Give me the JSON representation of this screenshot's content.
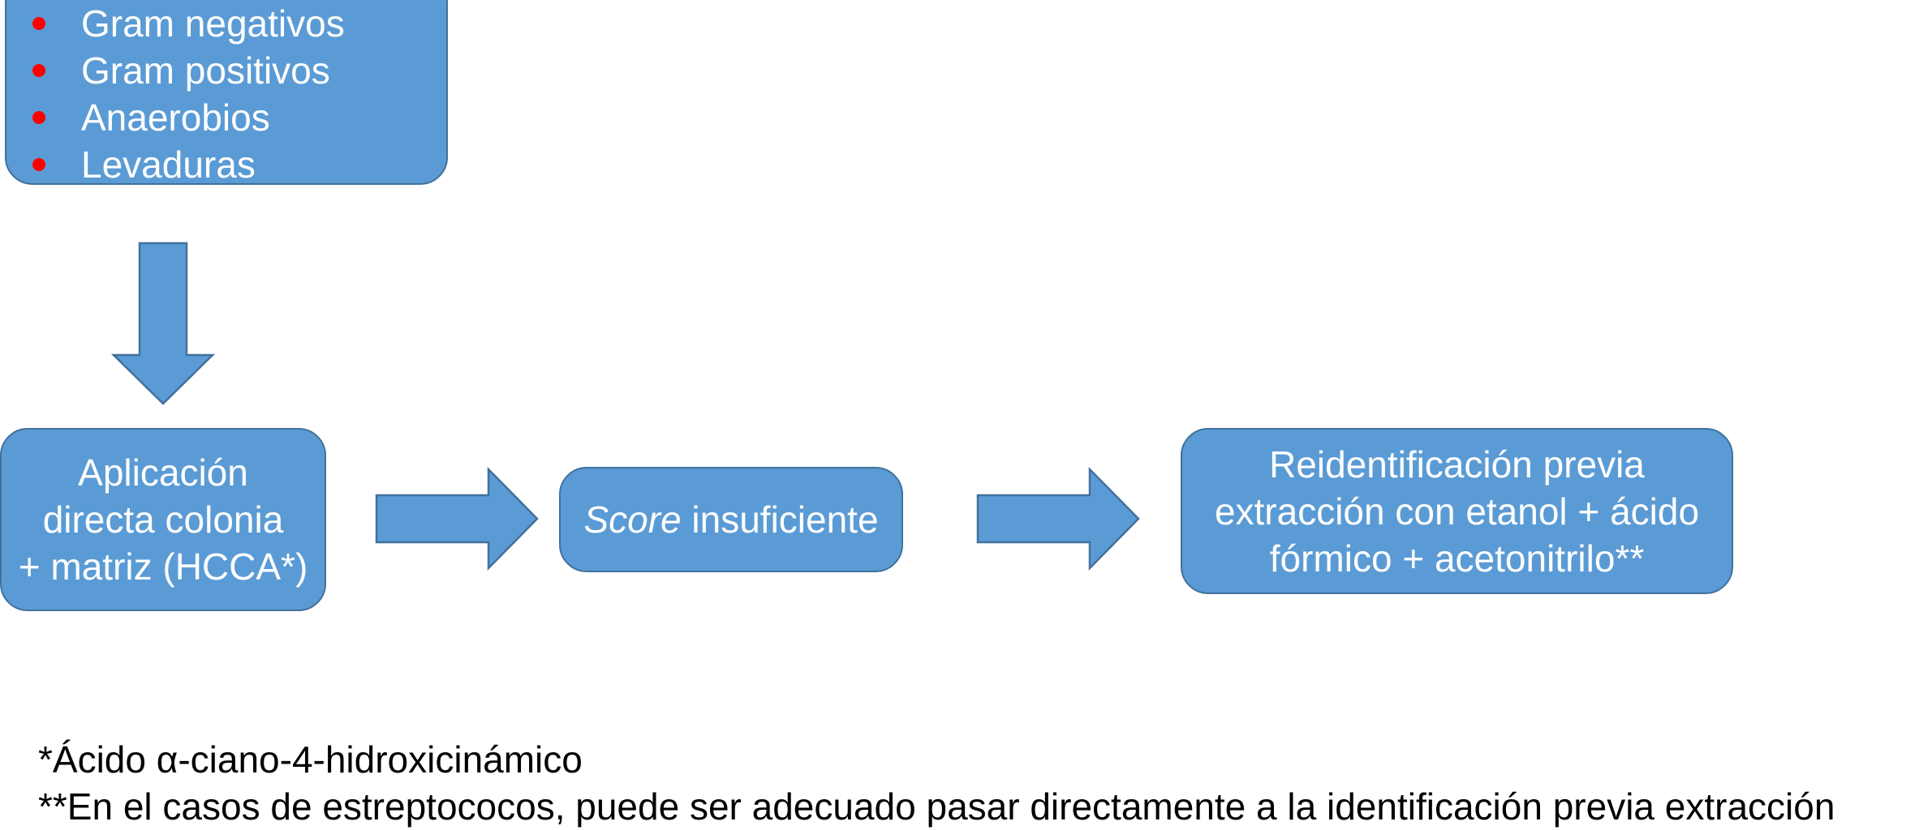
{
  "organisms_box": {
    "items": [
      "Gram negativos",
      "Gram positivos",
      "Anaerobios",
      "Levaduras"
    ]
  },
  "application_box": {
    "lines": [
      "Aplicación",
      "directa colonia",
      "+ matriz (HCCA*)"
    ]
  },
  "score_box": {
    "italic_part": "Score",
    "rest": " insuficiente"
  },
  "reidentification_box": {
    "lines": [
      "Reidentificación previa",
      "extracción con etanol + ácido",
      "fórmico + acetonitrilo**"
    ]
  },
  "footnotes": {
    "note1": "*Ácido α-ciano-4-hidroxicinámico",
    "note2": "**En el casos de estreptococos, puede ser adecuado pasar directamente a la identificación previa extracción"
  },
  "colors": {
    "box_fill": "#5b9bd5",
    "box_border": "#41719c",
    "bullet": "#ff0000",
    "text_on_box": "#ffffff"
  }
}
